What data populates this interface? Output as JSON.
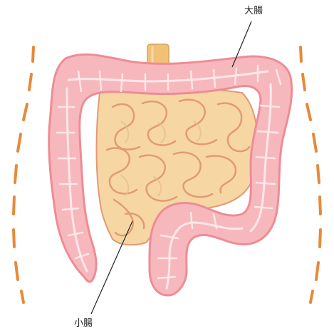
{
  "labels": {
    "large_intestine": "大腸",
    "small_intestine": "小腸"
  },
  "colors": {
    "large_intestine_fill": "#f7b8bd",
    "large_intestine_outline": "#ee8c95",
    "large_intestine_highlight": "#fde7ea",
    "small_intestine_fill": "#f6d7a4",
    "small_intestine_outline": "#e39a73",
    "small_intestine_shadow": "#e9c086",
    "stomach_tube_fill": "#f0c277",
    "body_outline": "#e8893a",
    "leader_line": "#222222"
  },
  "icons": {
    "large_intestine": "large-intestine-illustration",
    "small_intestine": "small-intestine-illustration",
    "body_outline": "torso-outline-dashes"
  }
}
